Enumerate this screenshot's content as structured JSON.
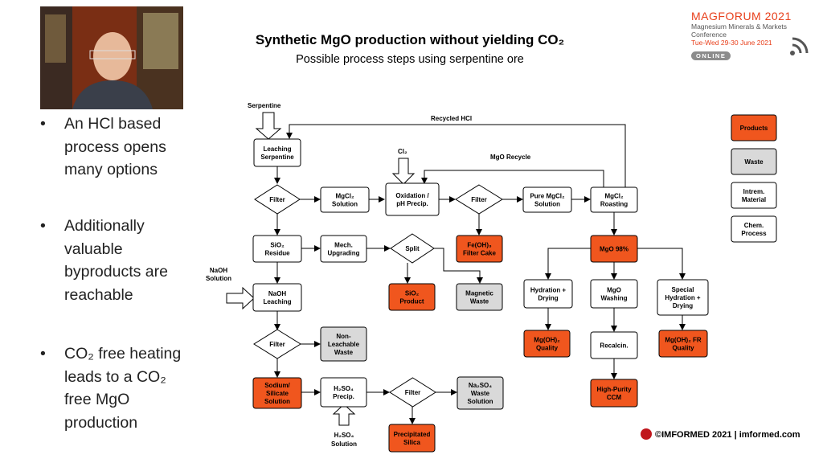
{
  "slide": {
    "title": "Synthetic MgO production without yielding CO₂",
    "subtitle": "Possible process steps using serpentine ore"
  },
  "bullets": [
    {
      "lines": [
        "An HCl based",
        "process opens",
        "many options"
      ]
    },
    {
      "lines": [
        "Additionally",
        "valuable",
        "byproducts are",
        "reachable"
      ]
    },
    {
      "lines": [
        "CO₂ free heating",
        "leads to a CO₂",
        "free MgO",
        "production"
      ]
    }
  ],
  "logo": {
    "brand": "MAGFORUM 2021",
    "line1": "Magnesium Minerals & Markets Conference",
    "line2": "Tue-Wed 29-30 June 2021",
    "badge": "ONLINE"
  },
  "copyright": "©IMFORMED 2021  |  imformed.com",
  "flowchart": {
    "labels": {
      "serpentine": "Serpentine",
      "recycled_hcl": "Recycled HCl",
      "mgo_recycle": "MgO Recycle",
      "cl2": "Cl₂",
      "naoh_solution_in": [
        "NaOH",
        "Solution"
      ],
      "h2so4_solution_in": [
        "H₂SO₄",
        "Solution"
      ]
    },
    "nodes": {
      "leaching_serpentine": [
        "Leaching",
        "Serpentine"
      ],
      "filter1": [
        "Filter"
      ],
      "mgcl2_solution": [
        "MgCl₂",
        "Solution"
      ],
      "oxidation": [
        "Oxidation /",
        "pH Precip."
      ],
      "filter2": [
        "Filter"
      ],
      "pure_mgcl2": [
        "Pure MgCl₂",
        "Solution"
      ],
      "mgcl2_roasting": [
        "MgCl₂",
        "Roasting"
      ],
      "sio2_residue": [
        "SiO₂",
        "Residue"
      ],
      "mech_upgrading": [
        "Mech.",
        "Upgrading"
      ],
      "split": [
        "Split"
      ],
      "feoh3": [
        "Fe(OH)₃",
        "Filter Cake"
      ],
      "mgo98": [
        "MgO 98%"
      ],
      "naoh_leaching": [
        "NaOH",
        "Leaching"
      ],
      "sio2_product": [
        "SiO₂",
        "Product"
      ],
      "magnetic_waste": [
        "Magnetic",
        "Waste"
      ],
      "hydration_drying": [
        "Hydration +",
        "Drying"
      ],
      "mgo_washing": [
        "MgO",
        "Washing"
      ],
      "special_hydration": [
        "Special",
        "Hydration +",
        "Drying"
      ],
      "filter3": [
        "Filter"
      ],
      "non_leachable": [
        "Non-",
        "Leachable",
        "Waste"
      ],
      "mgoh2_quality": [
        "Mg(OH)₂",
        "Quality"
      ],
      "recalcin": [
        "Recalcin."
      ],
      "mgoh2_fr": [
        "Mg(OH)₂ FR",
        "Quality"
      ],
      "sodium_silicate": [
        "Sodium/",
        "Silicate",
        "Solution"
      ],
      "h2so4_precip": [
        "H₂SO₄",
        "Precip."
      ],
      "filter4": [
        "Filter"
      ],
      "na2so4_waste": [
        "Na₂SO₄",
        "Waste",
        "Solution"
      ],
      "precipitated_silica": [
        "Precipitated",
        "Silica"
      ],
      "high_purity_ccm": [
        "High-Purity",
        "CCM"
      ]
    },
    "legend": {
      "products": [
        "Products"
      ],
      "waste": [
        "Waste"
      ],
      "intermediate": [
        "Intrem.",
        "Material"
      ],
      "chem_process": [
        "Chem.",
        "Process"
      ]
    }
  },
  "colors": {
    "product": "#f0561e",
    "waste": "#d9d9d9",
    "process": "#ffffff",
    "brand": "#e8401c"
  }
}
